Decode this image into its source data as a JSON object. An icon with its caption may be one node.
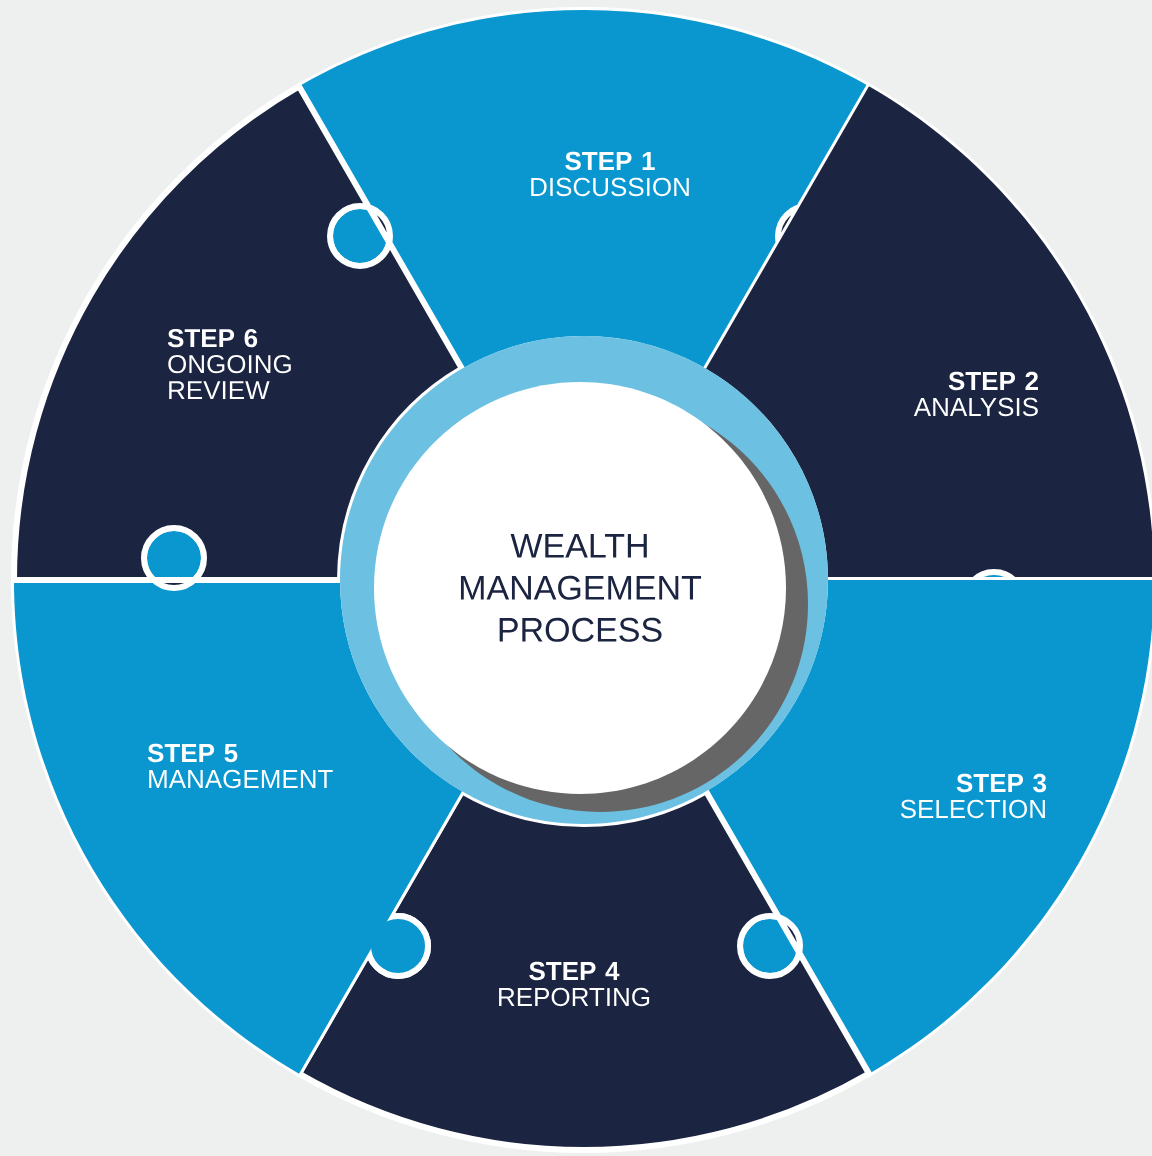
{
  "diagram": {
    "nodes": [
      {
        "text": [
          "STEP 1",
          "DISCUSSION"
        ]
      },
      {
        "text": [
          "STEP 2",
          "ANALYSIS"
        ]
      },
      {
        "text": [
          "STEP 3",
          "SELECTION"
        ]
      },
      {
        "text": [
          "STEP 4",
          "REPORTING"
        ]
      },
      {
        "text": [
          "STEP 5",
          "MANAGEMENT"
        ]
      },
      {
        "text": [
          "STEP 6",
          "ONGOING REVIEW"
        ]
      },
      {
        "text": [
          "WEALTH MANAGEMENT PROCESS"
        ]
      }
    ]
  }
}
